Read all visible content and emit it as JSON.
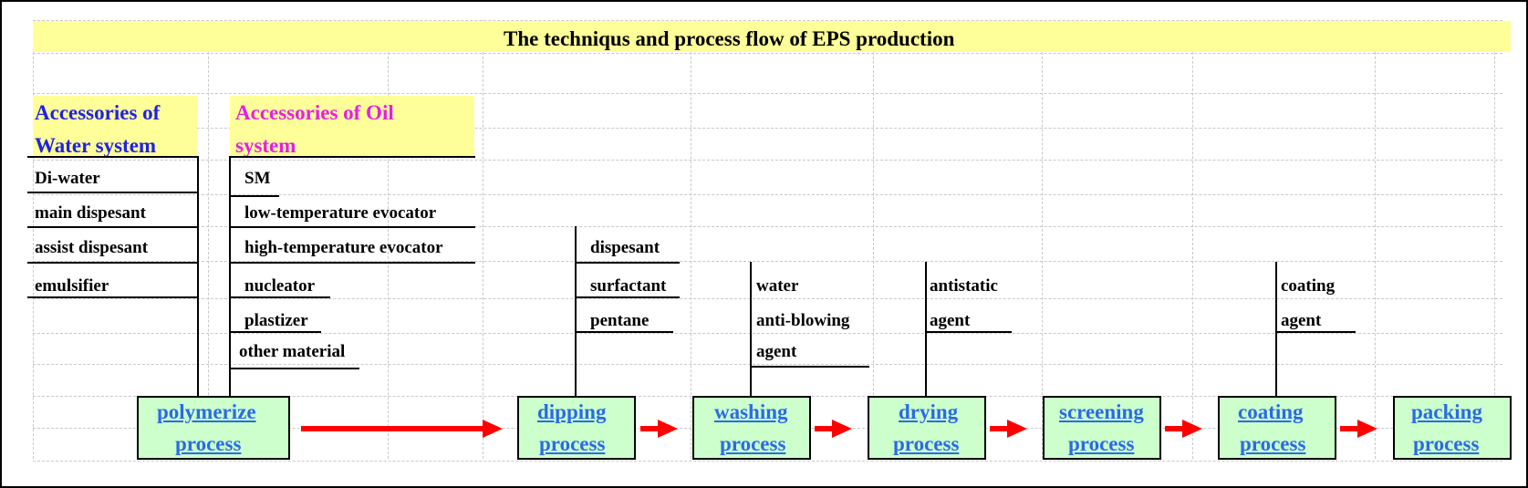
{
  "title": "The techniqus and process flow of EPS production",
  "water_system": {
    "header": [
      "Accessories of",
      "Water system"
    ],
    "items": [
      "Di-water",
      "main dispesant",
      "assist dispesant",
      "emulsifier"
    ]
  },
  "oil_system": {
    "header": [
      "Accessories of  Oil",
      "system"
    ],
    "items": [
      "SM",
      "low-temperature evocator",
      "high-temperature evocator",
      "nucleator",
      "plastizer",
      "other material"
    ]
  },
  "dipping_inputs": [
    "dispesant",
    "surfactant",
    "pentane"
  ],
  "washing_inputs": [
    "water",
    "anti-blowing",
    "agent"
  ],
  "drying_inputs": [
    "antistatic",
    "agent"
  ],
  "coating_inputs": [
    "coating",
    "agent"
  ],
  "processes": [
    {
      "line1": "polymerize",
      "line2": "process"
    },
    {
      "line1": "dipping",
      "line2": "process"
    },
    {
      "line1": "washing",
      "line2": "process"
    },
    {
      "line1": "drying",
      "line2": "process"
    },
    {
      "line1": "screening",
      "line2": "process"
    },
    {
      "line1": "coating",
      "line2": "process"
    },
    {
      "line1": "packing",
      "line2": "process"
    }
  ],
  "colors": {
    "title_band": "#ffff99",
    "process_box": "#ccffcc",
    "process_text": "#2a6be6",
    "water_header": "#1f22e6",
    "oil_header": "#e61ee6",
    "arrow": "#ff0000"
  }
}
